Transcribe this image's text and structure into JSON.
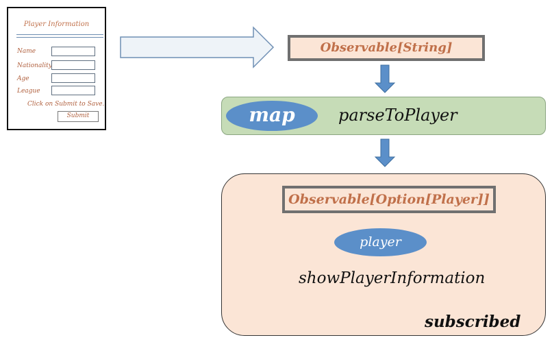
{
  "form": {
    "title": "Player Information",
    "fields": [
      "Name",
      "Nationality",
      "Age",
      "League"
    ],
    "note": "Click on Submit to Save.",
    "submit_label": "Submit"
  },
  "flow": {
    "observable_string": "Observable[String]",
    "map_label": "map",
    "map_function": "parseToPlayer",
    "observable_option": "Observable[Option[Player]]",
    "player_label": "player",
    "subscriber_function": "showPlayerInformation",
    "subscribed_label": "subscribed"
  },
  "colors": {
    "accent_blue": "#5b8fc9",
    "map_green": "#c6dcb7",
    "panel_peach": "#fbe5d6",
    "text_orange": "#c0704a"
  }
}
